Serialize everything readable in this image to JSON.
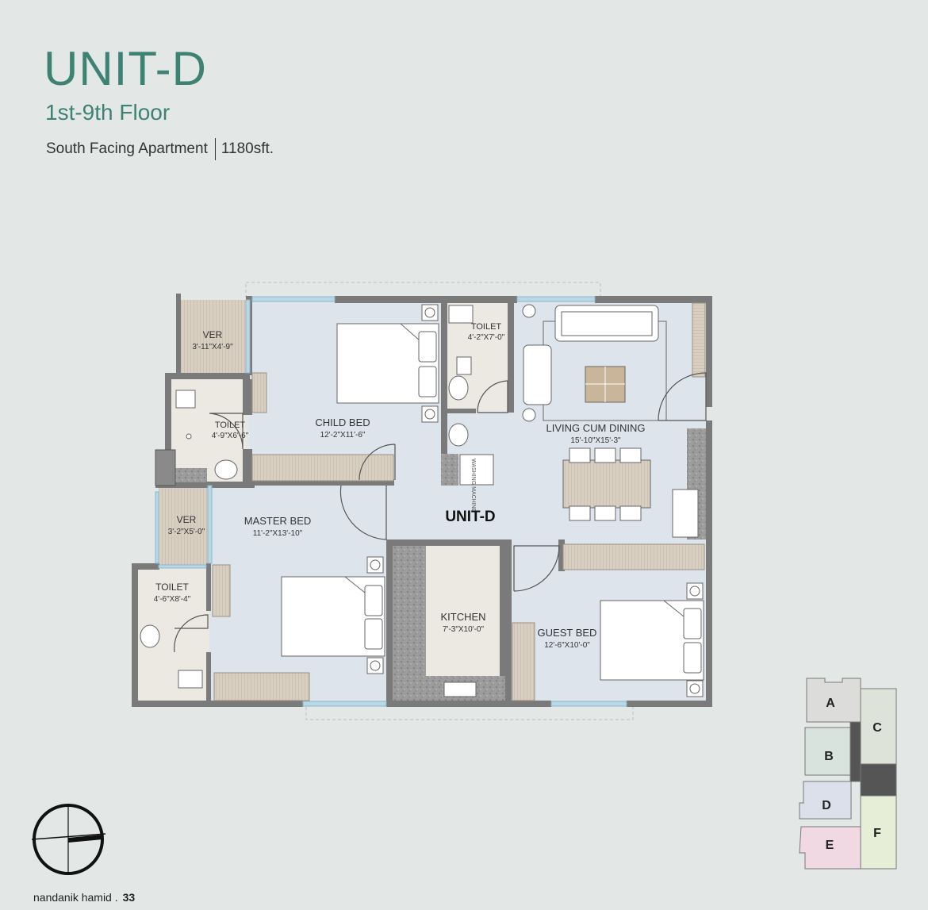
{
  "header": {
    "title": "UNIT-D",
    "floor": "1st-9th Floor",
    "facing": "South Facing Apartment",
    "area": "1180sft."
  },
  "plan": {
    "unit_label": "UNIT-D",
    "rooms": {
      "ver_top": {
        "name": "VER",
        "size": "3'-11\"X4'-9\""
      },
      "toilet_child": {
        "name": "TOILET",
        "size": "4'-9\"X6'-6\""
      },
      "child_bed": {
        "name": "CHILD BED",
        "size": "12'-2\"X11'-6\""
      },
      "toilet_top": {
        "name": "TOILET",
        "size": "4'-2\"X7'-0\""
      },
      "living": {
        "name": "LIVING CUM DINING",
        "size": "15'-10\"X15'-3\""
      },
      "ver_mid": {
        "name": "VER",
        "size": "3'-2\"X5'-0\""
      },
      "master_bed": {
        "name": "MASTER BED",
        "size": "11'-2\"X13'-10\""
      },
      "toilet_master": {
        "name": "TOILET",
        "size": "4'-6\"X8'-4\""
      },
      "kitchen": {
        "name": "KITCHEN",
        "size": "7'-3\"X10'-0\""
      },
      "guest_bed": {
        "name": "GUEST BED",
        "size": "12'-6\"X10'-0\""
      }
    },
    "washing_machine_label": "WASHING MACHINE"
  },
  "key_plan": {
    "units": [
      "A",
      "B",
      "C",
      "D",
      "E",
      "F"
    ],
    "colors": {
      "A": "#dcdcda",
      "B": "#d7e3dc",
      "C": "#dde3d9",
      "D": "#dbe0ea",
      "E": "#f0d9e3",
      "F": "#e6eed8",
      "core": "#555555"
    }
  },
  "colors": {
    "background": "#e3e8e6",
    "accent": "#3d8273",
    "wall": "#7a7a7a",
    "floor": "#dde4ec",
    "veranda": "#d6cfc4",
    "window": "#b8d8e6"
  },
  "footer": {
    "publisher": "nandanik hamid .",
    "page": "33"
  }
}
